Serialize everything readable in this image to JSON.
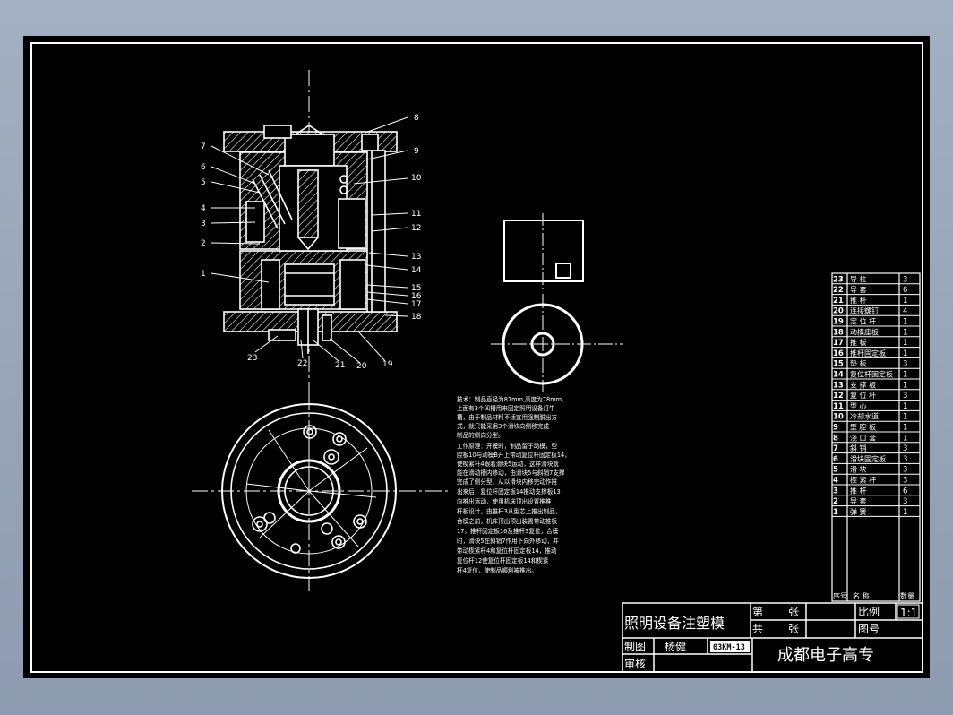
{
  "drawing": {
    "title": "照明设备注塑模",
    "school": "成都电子高专",
    "drawn_label": "制图",
    "drawer": "杨健",
    "drawing_code": "03KM-13",
    "check_label": "审核",
    "sheet_label_1": "第",
    "sheet_label_2": "张",
    "total_label_1": "共",
    "total_label_2": "张",
    "scale_label": "比例",
    "scale_value": "1:1",
    "drawing_no_label": "图号"
  },
  "callouts": {
    "right": [
      "8",
      "9",
      "10",
      "11",
      "12",
      "13",
      "14",
      "15",
      "16",
      "17",
      "18"
    ],
    "left": [
      "7",
      "6",
      "5",
      "4",
      "3",
      "2",
      "1"
    ],
    "bottom": [
      "23",
      "22",
      "21",
      "20",
      "19"
    ]
  },
  "bom": {
    "header": {
      "no": "序号",
      "name": "名    称",
      "qty": "数量"
    },
    "rows": [
      {
        "no": "23",
        "name": "导  柱",
        "qty": "3"
      },
      {
        "no": "22",
        "name": "导  套",
        "qty": "6"
      },
      {
        "no": "21",
        "name": "推  杆",
        "qty": "1"
      },
      {
        "no": "20",
        "name": "连接螺钉",
        "qty": "4"
      },
      {
        "no": "19",
        "name": "定  位  杆",
        "qty": "1"
      },
      {
        "no": "18",
        "name": "动模座板",
        "qty": "1"
      },
      {
        "no": "17",
        "name": "推  板",
        "qty": "1"
      },
      {
        "no": "16",
        "name": "推杆固定板",
        "qty": "1"
      },
      {
        "no": "15",
        "name": "垫  板",
        "qty": "3"
      },
      {
        "no": "14",
        "name": "复位杆固定板",
        "qty": "1"
      },
      {
        "no": "13",
        "name": "支  撑  板",
        "qty": "1"
      },
      {
        "no": "12",
        "name": "复  位  杆",
        "qty": "3"
      },
      {
        "no": "11",
        "name": "型  心",
        "qty": "1"
      },
      {
        "no": "10",
        "name": "冷却水道",
        "qty": "1"
      },
      {
        "no": "9",
        "name": "型  腔  板",
        "qty": "1"
      },
      {
        "no": "8",
        "name": "浇  口  套",
        "qty": "1"
      },
      {
        "no": "7",
        "name": "斜  销",
        "qty": "3"
      },
      {
        "no": "6",
        "name": "滑块固定板",
        "qty": "3"
      },
      {
        "no": "5",
        "name": "滑  块",
        "qty": "3"
      },
      {
        "no": "4",
        "name": "楔  紧  杆",
        "qty": "3"
      },
      {
        "no": "3",
        "name": "推  杆",
        "qty": "6"
      },
      {
        "no": "2",
        "name": "导  套",
        "qty": "3"
      },
      {
        "no": "1",
        "name": "弹  簧",
        "qty": "1"
      }
    ]
  },
  "notes": [
    "技术：制品直径为87mm,高度为78mm,",
    "上面有3个凹槽用来固定照明设备灯牛",
    "槽，由于制品材料不适宜用强制脱出方",
    "式，就只能采用3个滑块向侧移完成",
    "制品的侧向分型。",
    "工作原理：开模时，制品留于动模，型",
    "腔板10与动模B开上带动复位杆固定板14，",
    "使楔紧杆4跟着滑块5运动，这样滑块就",
    "能在滑动槽内移动，由滑块5与斜销7支撑",
    "完成了侧分型，从以滑块内移完动作推",
    "出来后，复位杆固定板14推动支撑板13",
    "向推出运动，使用机床顶出设置推推",
    "杆板设计，由推杆3从型芯上推出制品，",
    "合模之前，机床顶出顶出装置带动推板",
    "17，推杆固定板16及推杆3复位，合模",
    "时，滑块5在斜销7作用下向外移动，并",
    "带动楔紧杆4和复位杆固定板14，推动",
    "复位杆12使复位杆固定板14和楔紧",
    "杆4复位，使制品顺利被推出。"
  ]
}
